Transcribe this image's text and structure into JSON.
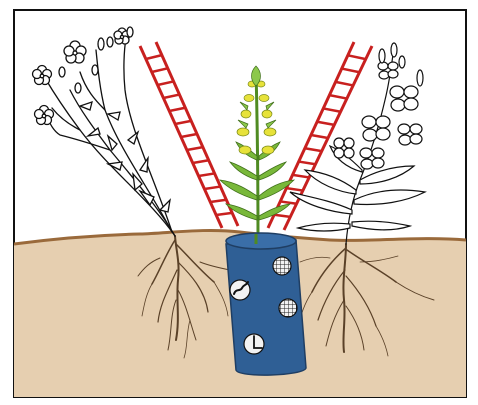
{
  "figure": {
    "background": "#ffffff",
    "frame_color": "#111111",
    "soil_color": "#e6cfb0",
    "soil_line_color": "#9a6a3b",
    "root_color": "#5a4128",
    "ladder_color": "#c8201f",
    "cylinder_color": "#2f5f95",
    "cylinder_outline": "#1f3e63",
    "plant_line_color": "#111111",
    "center_plant_leaf_color": "#79b83a",
    "center_plant_flower_color": "#e7e23a",
    "elements": {
      "left_plant": {
        "name": "flax-plant-line-drawing",
        "kind": "outline"
      },
      "center_plant": {
        "name": "yellow-rattle-plant",
        "kind": "color"
      },
      "right_plant": {
        "name": "fireweed-plant-line-drawing",
        "kind": "outline"
      },
      "left_ladder": {
        "name": "red-ladder-left"
      },
      "right_ladder": {
        "name": "red-ladder-right"
      },
      "pot": {
        "name": "blue-root-cylinder",
        "windows": [
          "mesh",
          "worm",
          "mesh",
          "hook"
        ]
      }
    }
  }
}
